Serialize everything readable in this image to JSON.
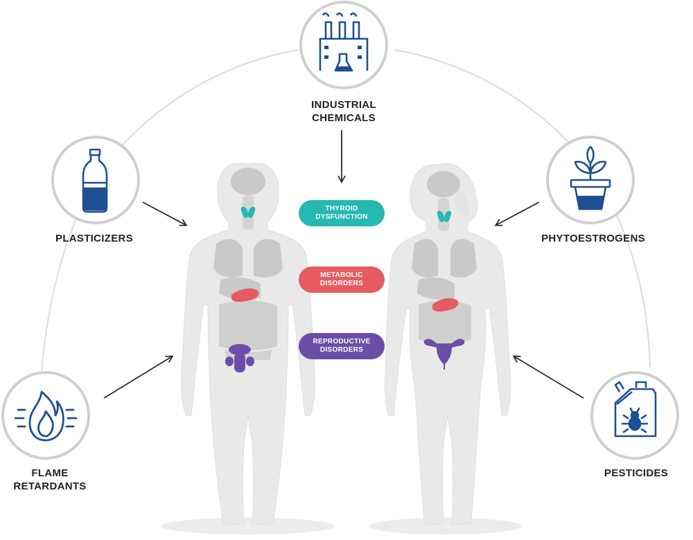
{
  "sources": {
    "industrial": {
      "label": "INDUSTRIAL\nCHEMICALS",
      "icon": "factory-flask-icon"
    },
    "plasticizers": {
      "label": "PLASTICIZERS",
      "icon": "plastic-bottle-icon"
    },
    "phytoestrogens": {
      "label": "PHYTOESTROGENS",
      "icon": "potted-plant-icon"
    },
    "flame": {
      "label": "FLAME\nRETARDANTS",
      "icon": "flame-icon"
    },
    "pesticides": {
      "label": "PESTICIDES",
      "icon": "pesticide-canister-icon"
    }
  },
  "effects": [
    {
      "label": "THYROID\nDYSFUNCTION",
      "color": "#27b8b1"
    },
    {
      "label": "METABOLIC\nDISORDERS",
      "color": "#e65b61"
    },
    {
      "label": "REPRODUCTIVE\nDISORDERS",
      "color": "#6a4fa7"
    }
  ],
  "colors": {
    "icon": "#1f4f93",
    "circle": "#cfcfcf",
    "body": "#e9e9e9",
    "organ": "#c9c9c9",
    "arrow": "#2a2a2a"
  }
}
